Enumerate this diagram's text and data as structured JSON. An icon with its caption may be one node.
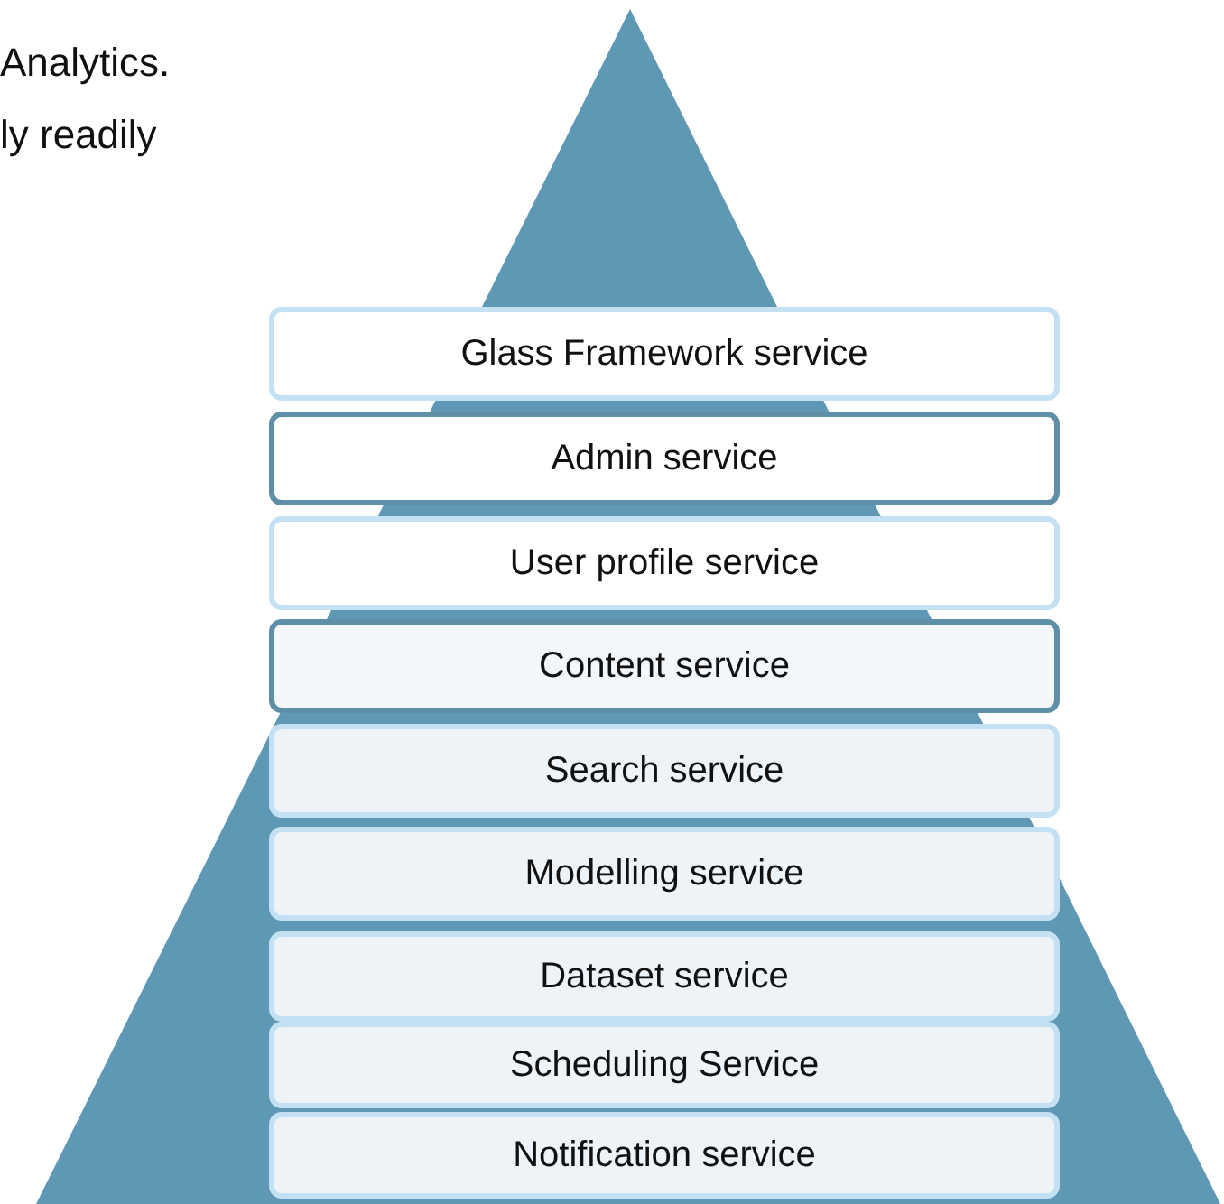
{
  "diagram": {
    "nodes": [
      {
        "text": [
          "Glass Framework service"
        ]
      },
      {
        "text": [
          "Admin service"
        ]
      },
      {
        "text": [
          "User profile service"
        ]
      },
      {
        "text": [
          "Content service"
        ]
      },
      {
        "text": [
          "Search service"
        ]
      },
      {
        "text": [
          "Modelling service"
        ]
      },
      {
        "text": [
          "Dataset service"
        ]
      },
      {
        "text": [
          "Scheduling Service"
        ]
      },
      {
        "text": [
          "Notification service"
        ]
      }
    ],
    "edges": [],
    "labels": [
      "Analytics.",
      "ly readily"
    ]
  }
}
